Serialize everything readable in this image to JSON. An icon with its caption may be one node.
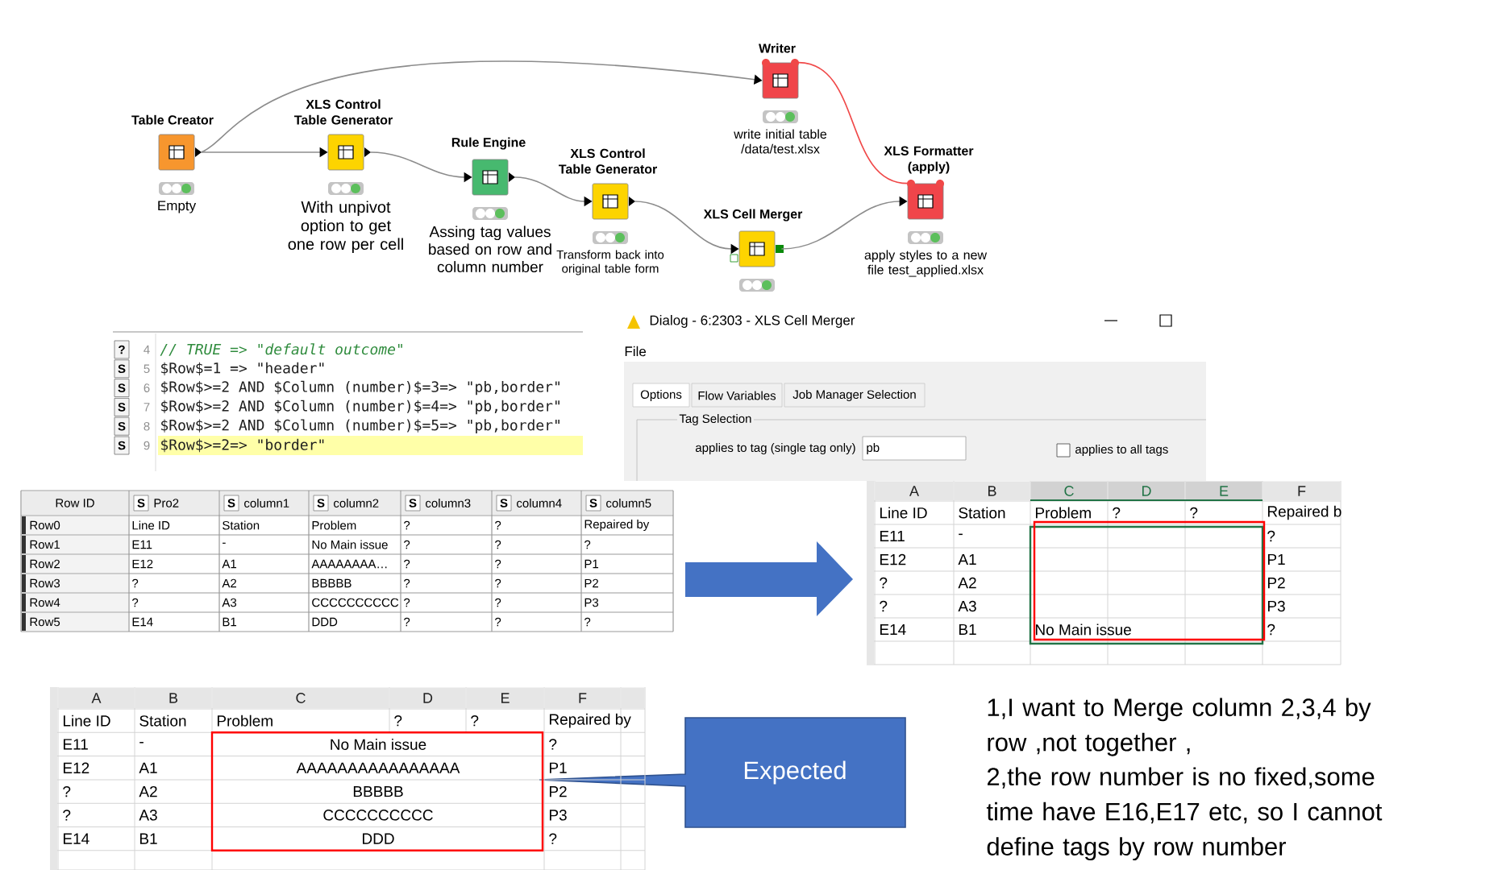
{
  "diagram": {
    "nodes": [
      {
        "text": [
          "Table Creator"
        ],
        "beside": [
          "Empty"
        ]
      },
      {
        "text": [
          "XLS Control Table Generator"
        ],
        "beside": [
          "With unpivot option to get one row per cell"
        ]
      },
      {
        "text": [
          "Rule Engine"
        ],
        "beside": [
          "Assing tag values based on row and column number"
        ]
      },
      {
        "text": [
          "XLS Control Table Generator"
        ],
        "beside": [
          "Transform back into original table form"
        ]
      },
      {
        "text": [
          "XLS Cell Merger"
        ]
      },
      {
        "text": [
          "Writer"
        ],
        "beside": [
          "write initial table /data/test.xlsx"
        ]
      },
      {
        "text": [
          "XLS Formatter (apply)"
        ],
        "beside": [
          "apply styles to a new file test_applied.xlsx"
        ]
      },
      {
        "text": [
          "Expected"
        ]
      }
    ],
    "edges": [
      {
        "from": 0,
        "to": 1,
        "arrow": "to"
      },
      {
        "from": 0,
        "to": 5,
        "arrow": "to"
      },
      {
        "from": 1,
        "to": 2,
        "arrow": "to"
      },
      {
        "from": 2,
        "to": 3,
        "arrow": "to"
      },
      {
        "from": 3,
        "to": 4,
        "arrow": "to"
      },
      {
        "from": 4,
        "to": 6,
        "arrow": "to"
      },
      {
        "from": 5,
        "to": 6,
        "arrow": "none",
        "color": "#f04848"
      }
    ],
    "labels": [
      "Dialog - 6:2303 - XLS Cell Merger",
      "File",
      "Options",
      "Flow Variables",
      "Job Manager Selection",
      "Tag Selection",
      "applies to tag (single tag only)",
      "pb",
      "applies to all tags",
      "?",
      "4",
      "// TRUE => \"default outcome\"",
      "S",
      "5",
      "$Row$=1 => \"header\"",
      "S",
      "6",
      "$Row$>=2 AND $Column (number)$=3=> \"pb,border\"",
      "S",
      "7",
      "$Row$>=2 AND $Column (number)$=4=> \"pb,border\"",
      "S",
      "8",
      "$Row$>=2 AND $Column (number)$=5=> \"pb,border\"",
      "S",
      "9",
      "$Row$>=2=> \"border\"",
      "Row ID",
      "S",
      "Pro2",
      "S",
      "column1",
      "S",
      "column2",
      "S",
      "column3",
      "S",
      "column4",
      "S",
      "column5",
      "Row0",
      "Line ID",
      "Station",
      "Problem",
      "?",
      "?",
      "Repaired by",
      "Row1",
      "E11",
      "-",
      "No Main issue",
      "?",
      "?",
      "?",
      "Row2",
      "E12",
      "A1",
      "AAAAAAAA…",
      "?",
      "?",
      "P1",
      "Row3",
      "?",
      "A2",
      "BBBBB",
      "?",
      "?",
      "P2",
      "Row4",
      "?",
      "A3",
      "CCCCCCCCCC",
      "?",
      "?",
      "P3",
      "Row5",
      "E14",
      "B1",
      "DDD",
      "?",
      "?",
      "?",
      "A",
      "B",
      "C",
      "D",
      "E",
      "F",
      "Line ID",
      "Station",
      "Problem",
      "?",
      "?",
      "Repaired b",
      "E11",
      "-",
      "?",
      "E12",
      "A1",
      "P1",
      "?",
      "A2",
      "P2",
      "?",
      "A3",
      "P3",
      "E14",
      "B1",
      "No Main issue",
      "?",
      "A",
      "B",
      "C",
      "D",
      "E",
      "F",
      "Line ID",
      "Station",
      "Problem",
      "?",
      "?",
      "Repaired by",
      "E11",
      "-",
      "No Main issue",
      "?",
      "E12",
      "A1",
      "AAAAAAAAAAAAAAAA",
      "P1",
      "?",
      "A2",
      "BBBBB",
      "P2",
      "?",
      "A3",
      "CCCCCCCCCC",
      "P3",
      "E14",
      "B1",
      "DDD",
      "?",
      "1,I want to Merge column 2,3,4 by row ,not together ,",
      "2,the row number is no fixed,some time have E16,E17 etc, so I cannot define tags by row number"
    ]
  }
}
